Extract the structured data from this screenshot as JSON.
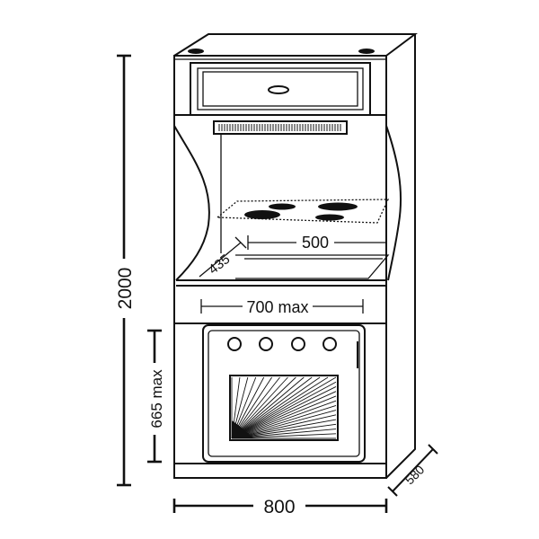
{
  "dimensions": {
    "height_total": "2000",
    "height_oven": "665 max",
    "width_total": "800",
    "depth": "580",
    "hob_width": "500",
    "hob_depth": "435",
    "oven_width": "700 max"
  },
  "colors": {
    "line": "#111111",
    "background": "#ffffff"
  }
}
